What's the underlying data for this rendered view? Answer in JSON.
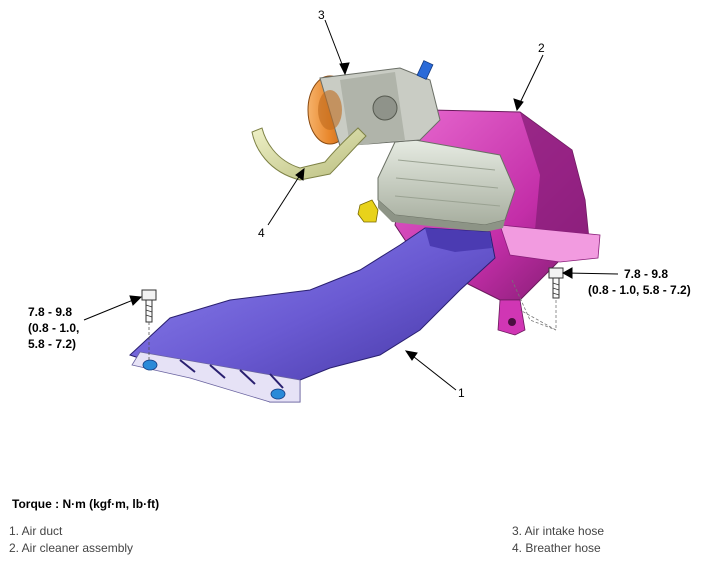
{
  "callouts": {
    "c1": "1",
    "c2": "2",
    "c3": "3",
    "c4": "4"
  },
  "torque_left": {
    "line1": "7.8 - 9.8",
    "line2": "(0.8 - 1.0,",
    "line3": "5.8 - 7.2)"
  },
  "torque_right": {
    "line1": "7.8 - 9.8",
    "line2": "(0.8 - 1.0,  5.8 - 7.2)"
  },
  "torque_title": "Torque : N·m (kgf·m, lb·ft)",
  "legend": [
    "1. Air duct",
    "2. Air cleaner assembly",
    "3. Air intake hose",
    "4. Breather hose"
  ],
  "colors": {
    "air_duct": "#6a5ad2",
    "air_cleaner": "#d036b4",
    "air_cleaner_cover": "#c8cfc4",
    "intake_hose": "#e8862a",
    "breather_hose": "#d9dca0"
  }
}
